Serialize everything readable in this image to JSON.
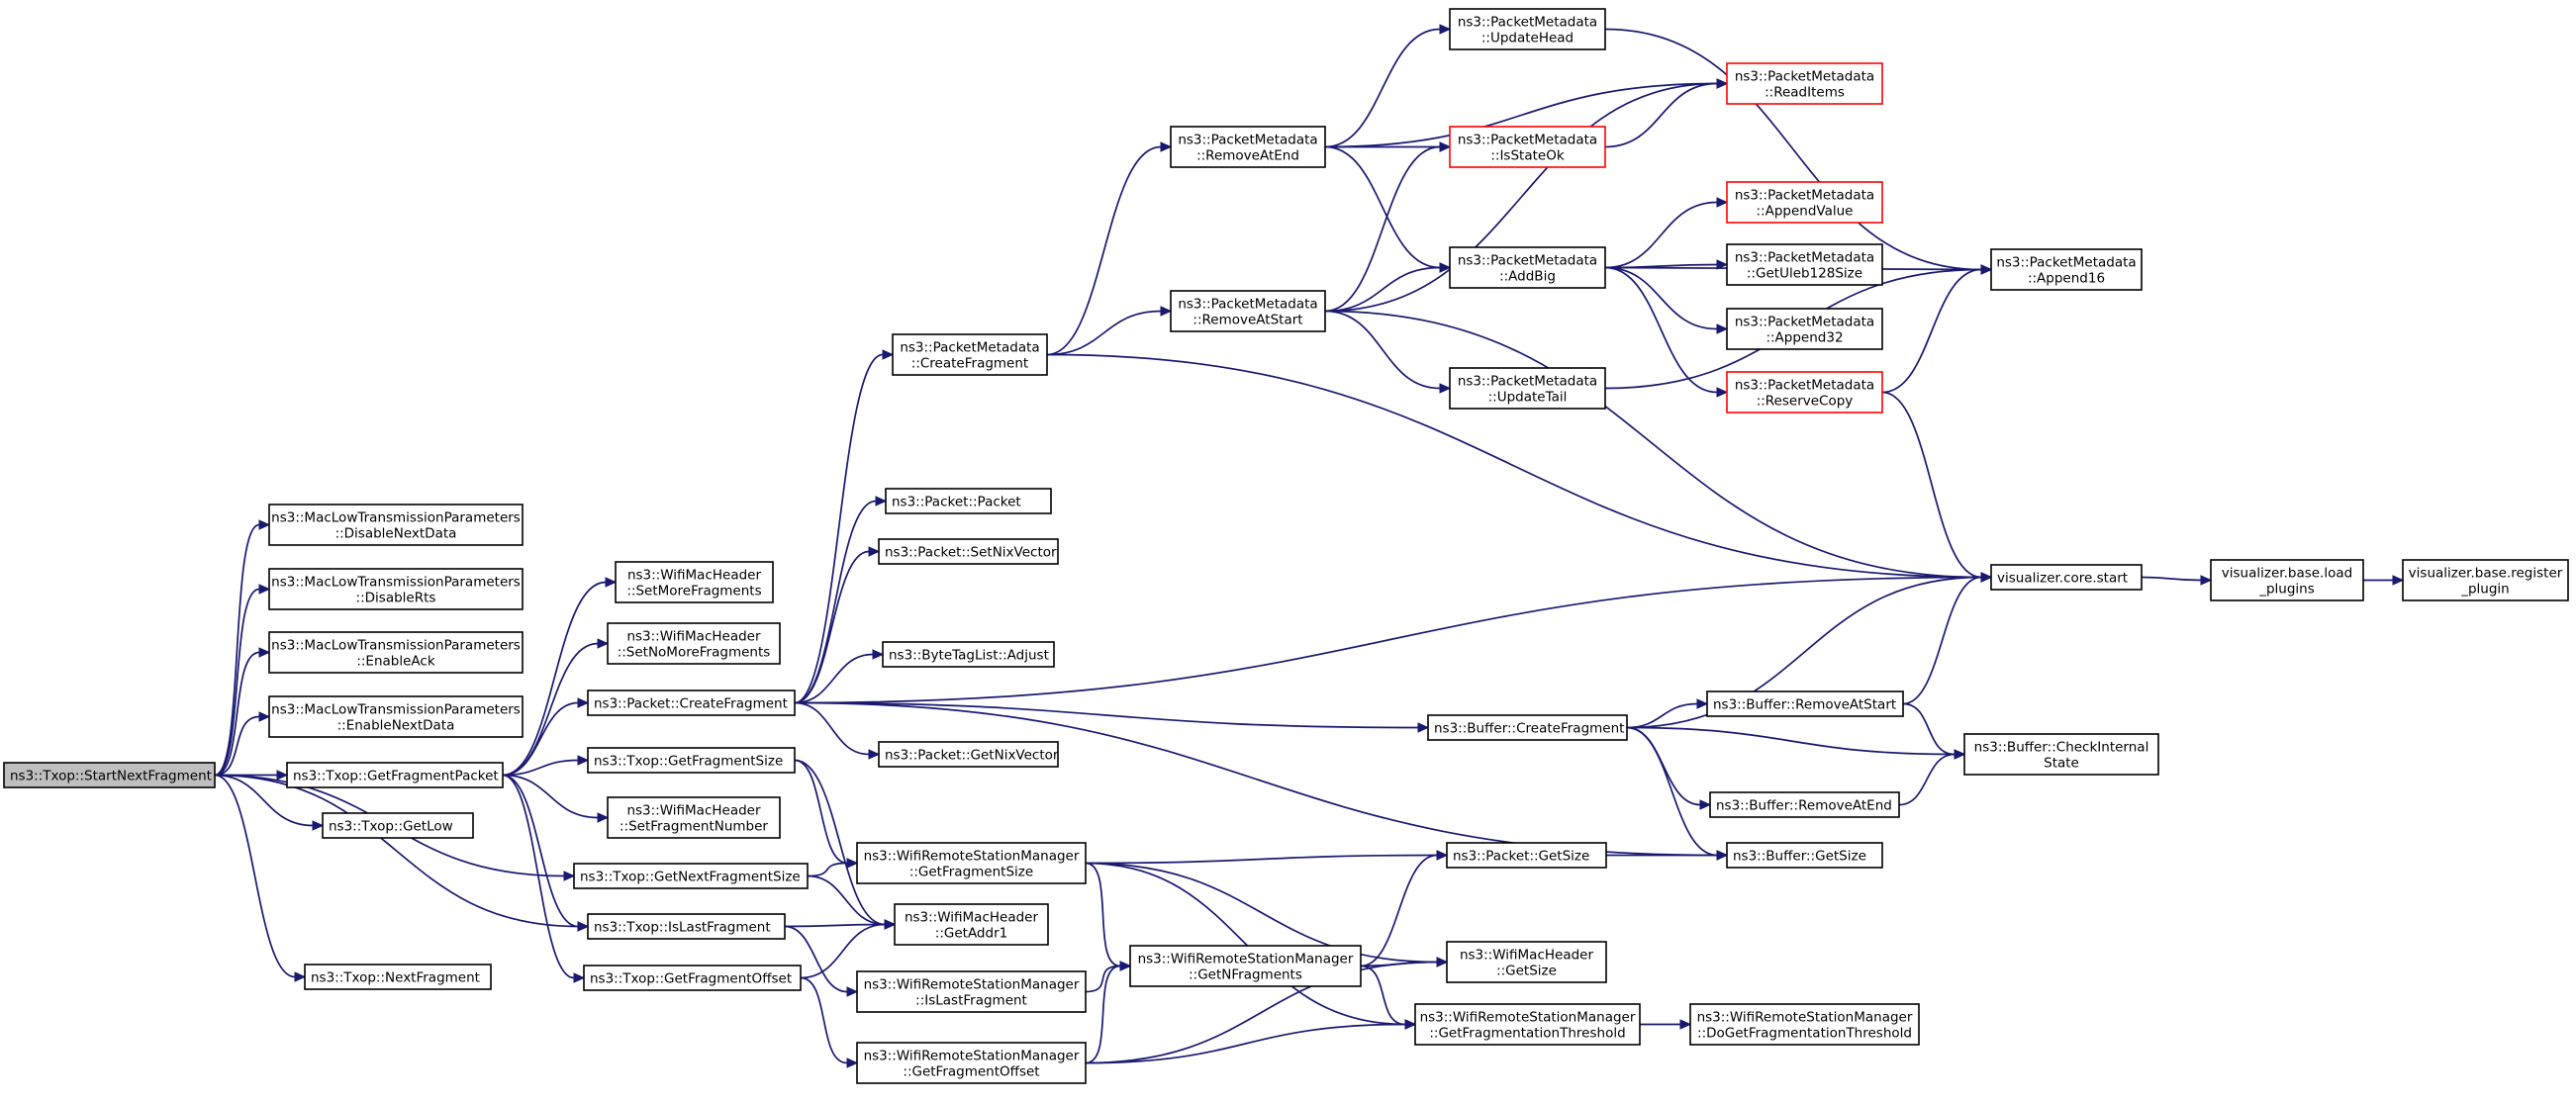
{
  "graph": {
    "root": "start_next_fragment",
    "colors": {
      "edge": "#191970",
      "root_fill": "#bfbfbf",
      "node_border": "#000000",
      "truncated_border": "#ff0000"
    },
    "nodes": [
      {
        "id": "start_next_fragment",
        "lines": [
          "ns3::Txop::StartNextFragment"
        ],
        "style": "root"
      },
      {
        "id": "disable_next_data",
        "lines": [
          "ns3::MacLowTransmissionParameters",
          "::DisableNextData"
        ]
      },
      {
        "id": "disable_rts",
        "lines": [
          "ns3::MacLowTransmissionParameters",
          "::DisableRts"
        ]
      },
      {
        "id": "enable_ack",
        "lines": [
          "ns3::MacLowTransmissionParameters",
          "::EnableAck"
        ]
      },
      {
        "id": "enable_next_data",
        "lines": [
          "ns3::MacLowTransmissionParameters",
          "::EnableNextData"
        ]
      },
      {
        "id": "get_fragment_packet",
        "lines": [
          "ns3::Txop::GetFragmentPacket"
        ]
      },
      {
        "id": "get_low",
        "lines": [
          "ns3::Txop::GetLow"
        ]
      },
      {
        "id": "get_next_fragment_size",
        "lines": [
          "ns3::Txop::GetNextFragmentSize"
        ]
      },
      {
        "id": "is_last_fragment",
        "lines": [
          "ns3::Txop::IsLastFragment"
        ]
      },
      {
        "id": "next_fragment",
        "lines": [
          "ns3::Txop::NextFragment"
        ]
      },
      {
        "id": "set_more_fragments",
        "lines": [
          "ns3::WifiMacHeader",
          "::SetMoreFragments"
        ]
      },
      {
        "id": "set_no_more_fragments",
        "lines": [
          "ns3::WifiMacHeader",
          "::SetNoMoreFragments"
        ]
      },
      {
        "id": "packet_create_fragment",
        "lines": [
          "ns3::Packet::CreateFragment"
        ]
      },
      {
        "id": "txop_get_fragment_size",
        "lines": [
          "ns3::Txop::GetFragmentSize"
        ]
      },
      {
        "id": "set_fragment_number",
        "lines": [
          "ns3::WifiMacHeader",
          "::SetFragmentNumber"
        ]
      },
      {
        "id": "txop_get_fragment_offset",
        "lines": [
          "ns3::Txop::GetFragmentOffset"
        ]
      },
      {
        "id": "pm_create_fragment",
        "lines": [
          "ns3::PacketMetadata",
          "::CreateFragment"
        ]
      },
      {
        "id": "packet_packet",
        "lines": [
          "ns3::Packet::Packet"
        ]
      },
      {
        "id": "set_nix_vector",
        "lines": [
          "ns3::Packet::SetNixVector"
        ]
      },
      {
        "id": "bytetaglist_adjust",
        "lines": [
          "ns3::ByteTagList::Adjust"
        ]
      },
      {
        "id": "get_nix_vector",
        "lines": [
          "ns3::Packet::GetNixVector"
        ]
      },
      {
        "id": "wrsm_get_fragment_size",
        "lines": [
          "ns3::WifiRemoteStationManager",
          "::GetFragmentSize"
        ]
      },
      {
        "id": "get_addr1",
        "lines": [
          "ns3::WifiMacHeader",
          "::GetAddr1"
        ]
      },
      {
        "id": "wrsm_is_last_fragment",
        "lines": [
          "ns3::WifiRemoteStationManager",
          "::IsLastFragment"
        ]
      },
      {
        "id": "wrsm_get_fragment_offset",
        "lines": [
          "ns3::WifiRemoteStationManager",
          "::GetFragmentOffset"
        ]
      },
      {
        "id": "remove_at_end",
        "lines": [
          "ns3::PacketMetadata",
          "::RemoveAtEnd"
        ]
      },
      {
        "id": "remove_at_start",
        "lines": [
          "ns3::PacketMetadata",
          "::RemoveAtStart"
        ]
      },
      {
        "id": "get_n_fragments",
        "lines": [
          "ns3::WifiRemoteStationManager",
          "::GetNFragments"
        ]
      },
      {
        "id": "update_head",
        "lines": [
          "ns3::PacketMetadata",
          "::UpdateHead"
        ]
      },
      {
        "id": "is_state_ok",
        "lines": [
          "ns3::PacketMetadata",
          "::IsStateOk"
        ],
        "style": "red"
      },
      {
        "id": "add_big",
        "lines": [
          "ns3::PacketMetadata",
          "::AddBig"
        ]
      },
      {
        "id": "update_tail",
        "lines": [
          "ns3::PacketMetadata",
          "::UpdateTail"
        ]
      },
      {
        "id": "buffer_create_fragment",
        "lines": [
          "ns3::Buffer::CreateFragment"
        ]
      },
      {
        "id": "packet_get_size",
        "lines": [
          "ns3::Packet::GetSize"
        ]
      },
      {
        "id": "wmh_get_size",
        "lines": [
          "ns3::WifiMacHeader",
          "::GetSize"
        ]
      },
      {
        "id": "get_fragmentation_threshold",
        "lines": [
          "ns3::WifiRemoteStationManager",
          "::GetFragmentationThreshold"
        ]
      },
      {
        "id": "read_items",
        "lines": [
          "ns3::PacketMetadata",
          "::ReadItems"
        ],
        "style": "red"
      },
      {
        "id": "append_value",
        "lines": [
          "ns3::PacketMetadata",
          "::AppendValue"
        ],
        "style": "red"
      },
      {
        "id": "get_uleb128_size",
        "lines": [
          "ns3::PacketMetadata",
          "::GetUleb128Size"
        ]
      },
      {
        "id": "append32",
        "lines": [
          "ns3::PacketMetadata",
          "::Append32"
        ]
      },
      {
        "id": "reserve_copy",
        "lines": [
          "ns3::PacketMetadata",
          "::ReserveCopy"
        ],
        "style": "red"
      },
      {
        "id": "buffer_remove_at_start",
        "lines": [
          "ns3::Buffer::RemoveAtStart"
        ]
      },
      {
        "id": "buffer_remove_at_end",
        "lines": [
          "ns3::Buffer::RemoveAtEnd"
        ]
      },
      {
        "id": "buffer_get_size",
        "lines": [
          "ns3::Buffer::GetSize"
        ]
      },
      {
        "id": "do_get_fragmentation_threshold",
        "lines": [
          "ns3::WifiRemoteStationManager",
          "::DoGetFragmentationThreshold"
        ]
      },
      {
        "id": "append16",
        "lines": [
          "ns3::PacketMetadata",
          "::Append16"
        ]
      },
      {
        "id": "visualizer_core_start",
        "lines": [
          "visualizer.core.start"
        ]
      },
      {
        "id": "check_internal_state",
        "lines": [
          "ns3::Buffer::CheckInternal",
          "State"
        ]
      },
      {
        "id": "visualizer_base_load_plugins",
        "lines": [
          "visualizer.base.load",
          "_plugins"
        ]
      },
      {
        "id": "visualizer_base_register_plugin",
        "lines": [
          "visualizer.base.register",
          "_plugin"
        ]
      }
    ],
    "edges": [
      [
        "start_next_fragment",
        "disable_next_data"
      ],
      [
        "start_next_fragment",
        "disable_rts"
      ],
      [
        "start_next_fragment",
        "enable_ack"
      ],
      [
        "start_next_fragment",
        "enable_next_data"
      ],
      [
        "start_next_fragment",
        "get_fragment_packet"
      ],
      [
        "start_next_fragment",
        "get_low"
      ],
      [
        "start_next_fragment",
        "get_next_fragment_size"
      ],
      [
        "start_next_fragment",
        "is_last_fragment"
      ],
      [
        "start_next_fragment",
        "next_fragment"
      ],
      [
        "get_fragment_packet",
        "set_more_fragments"
      ],
      [
        "get_fragment_packet",
        "set_no_more_fragments"
      ],
      [
        "get_fragment_packet",
        "packet_create_fragment"
      ],
      [
        "get_fragment_packet",
        "txop_get_fragment_size"
      ],
      [
        "get_fragment_packet",
        "set_fragment_number"
      ],
      [
        "get_fragment_packet",
        "is_last_fragment"
      ],
      [
        "get_fragment_packet",
        "txop_get_fragment_offset"
      ],
      [
        "packet_create_fragment",
        "pm_create_fragment"
      ],
      [
        "packet_create_fragment",
        "packet_packet"
      ],
      [
        "packet_create_fragment",
        "set_nix_vector"
      ],
      [
        "packet_create_fragment",
        "bytetaglist_adjust"
      ],
      [
        "packet_create_fragment",
        "get_nix_vector"
      ],
      [
        "packet_create_fragment",
        "buffer_create_fragment"
      ],
      [
        "packet_create_fragment",
        "buffer_get_size"
      ],
      [
        "packet_create_fragment",
        "visualizer_core_start"
      ],
      [
        "txop_get_fragment_size",
        "wrsm_get_fragment_size"
      ],
      [
        "txop_get_fragment_size",
        "get_addr1"
      ],
      [
        "get_next_fragment_size",
        "wrsm_get_fragment_size"
      ],
      [
        "get_next_fragment_size",
        "get_addr1"
      ],
      [
        "is_last_fragment",
        "get_addr1"
      ],
      [
        "is_last_fragment",
        "wrsm_is_last_fragment"
      ],
      [
        "txop_get_fragment_offset",
        "get_addr1"
      ],
      [
        "txop_get_fragment_offset",
        "wrsm_get_fragment_offset"
      ],
      [
        "pm_create_fragment",
        "remove_at_end"
      ],
      [
        "pm_create_fragment",
        "remove_at_start"
      ],
      [
        "pm_create_fragment",
        "visualizer_core_start"
      ],
      [
        "wrsm_get_fragment_size",
        "packet_get_size"
      ],
      [
        "wrsm_get_fragment_size",
        "get_n_fragments"
      ],
      [
        "wrsm_get_fragment_size",
        "wmh_get_size"
      ],
      [
        "wrsm_get_fragment_size",
        "get_fragmentation_threshold"
      ],
      [
        "wrsm_is_last_fragment",
        "get_n_fragments"
      ],
      [
        "wrsm_get_fragment_offset",
        "get_n_fragments"
      ],
      [
        "wrsm_get_fragment_offset",
        "wmh_get_size"
      ],
      [
        "wrsm_get_fragment_offset",
        "get_fragmentation_threshold"
      ],
      [
        "remove_at_end",
        "update_head"
      ],
      [
        "remove_at_end",
        "read_items"
      ],
      [
        "remove_at_end",
        "is_state_ok"
      ],
      [
        "remove_at_end",
        "add_big"
      ],
      [
        "remove_at_start",
        "is_state_ok"
      ],
      [
        "remove_at_start",
        "read_items"
      ],
      [
        "remove_at_start",
        "add_big"
      ],
      [
        "remove_at_start",
        "update_tail"
      ],
      [
        "remove_at_start",
        "visualizer_core_start"
      ],
      [
        "get_n_fragments",
        "packet_get_size"
      ],
      [
        "get_n_fragments",
        "wmh_get_size"
      ],
      [
        "get_n_fragments",
        "get_fragmentation_threshold"
      ],
      [
        "update_head",
        "append16"
      ],
      [
        "is_state_ok",
        "read_items"
      ],
      [
        "add_big",
        "append_value"
      ],
      [
        "add_big",
        "get_uleb128_size"
      ],
      [
        "add_big",
        "append32"
      ],
      [
        "add_big",
        "reserve_copy"
      ],
      [
        "add_big",
        "append16"
      ],
      [
        "update_tail",
        "append16"
      ],
      [
        "buffer_create_fragment",
        "visualizer_core_start"
      ],
      [
        "buffer_create_fragment",
        "buffer_remove_at_start"
      ],
      [
        "buffer_create_fragment",
        "check_internal_state"
      ],
      [
        "buffer_create_fragment",
        "buffer_remove_at_end"
      ],
      [
        "buffer_create_fragment",
        "buffer_get_size"
      ],
      [
        "packet_get_size",
        "buffer_get_size"
      ],
      [
        "get_fragmentation_threshold",
        "do_get_fragmentation_threshold"
      ],
      [
        "reserve_copy",
        "append16"
      ],
      [
        "reserve_copy",
        "visualizer_core_start"
      ],
      [
        "buffer_remove_at_start",
        "visualizer_core_start"
      ],
      [
        "buffer_remove_at_start",
        "check_internal_state"
      ],
      [
        "buffer_remove_at_end",
        "check_internal_state"
      ],
      [
        "visualizer_core_start",
        "visualizer_base_load_plugins"
      ],
      [
        "visualizer_base_load_plugins",
        "visualizer_base_register_plugin"
      ]
    ]
  }
}
